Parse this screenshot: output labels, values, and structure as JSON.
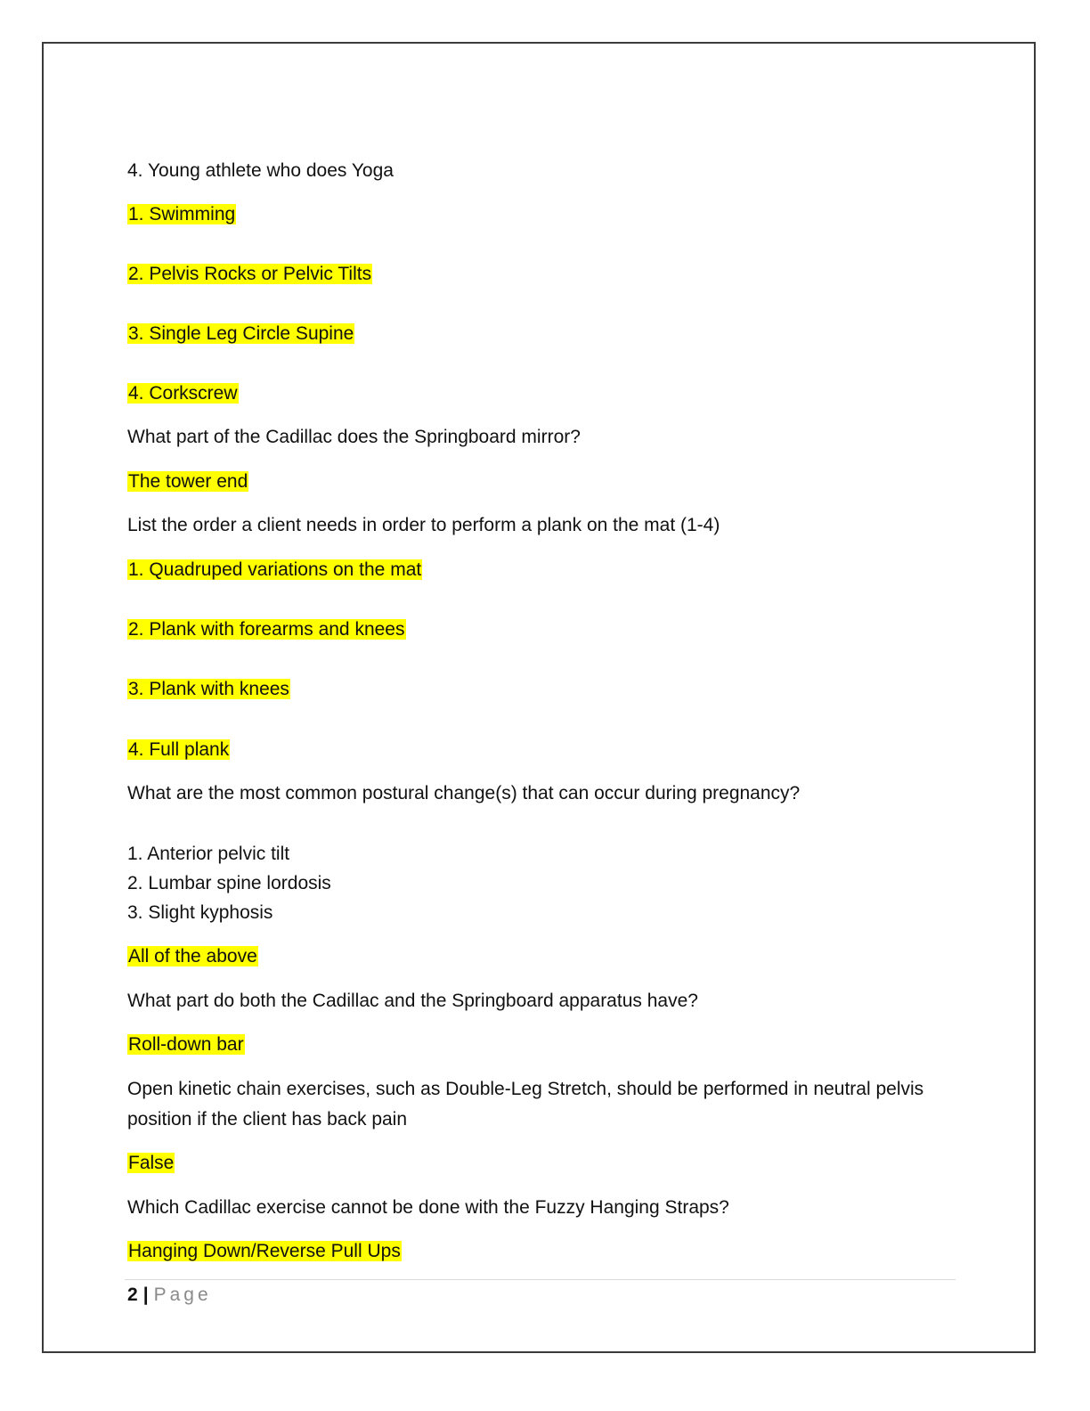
{
  "lines": [
    "4. Young athlete who does Yoga",
    "1. Swimming",
    "2. Pelvis Rocks or Pelvic Tilts",
    "3. Single Leg Circle Supine",
    "4. Corkscrew",
    "What part of the Cadillac does the Springboard mirror?",
    "The tower end",
    "List the order a client needs in order to perform a plank on the mat (1-4)",
    "1. Quadruped variations on the mat",
    "2. Plank with forearms and knees",
    "3. Plank with knees",
    "4. Full plank",
    "What are the most common postural change(s) that can occur during pregnancy?",
    "1. Anterior pelvic tilt",
    "2. Lumbar spine lordosis",
    "3. Slight kyphosis",
    "All of the above",
    "What part do both the Cadillac and the Springboard apparatus have?",
    "Roll-down bar",
    "Open kinetic chain exercises, such as Double-Leg Stretch, should be performed in neutral pelvis position if the client has back pain",
    "False",
    "Which Cadillac exercise cannot be done with the Fuzzy Hanging Straps?",
    "Hanging Down/Reverse Pull Ups"
  ],
  "footer": {
    "page_number": "2",
    "separator": "|",
    "page_label": "Page"
  },
  "colors": {
    "highlight": "#ffff00"
  }
}
